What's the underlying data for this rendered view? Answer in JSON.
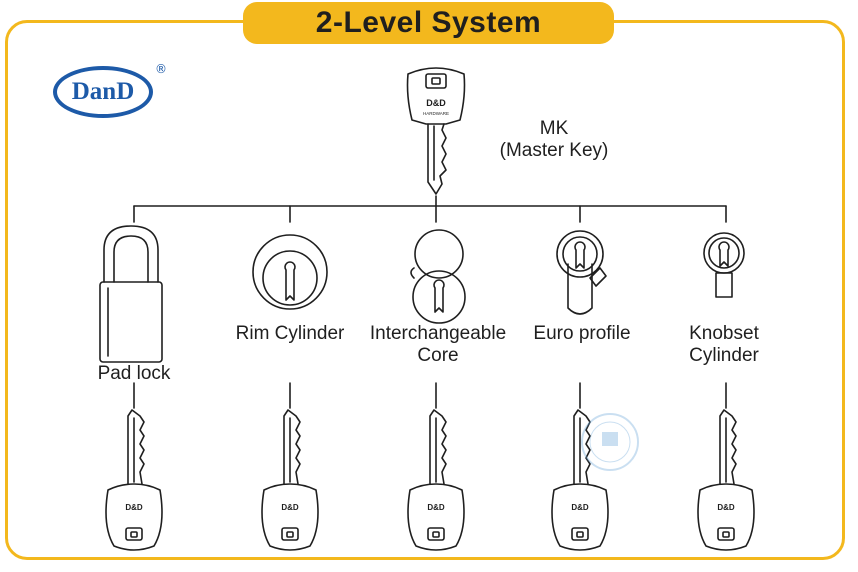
{
  "title": "2-Level System",
  "logo": {
    "text": "DanD",
    "registered": "®"
  },
  "master_key": {
    "label_line1": "MK",
    "label_line2": "(Master Key)",
    "key_brand": "D&D",
    "key_sub": "HARDWARE"
  },
  "locks": [
    {
      "line1": "Pad lock",
      "line2": ""
    },
    {
      "line1": "Rim Cylinder",
      "line2": ""
    },
    {
      "line1": "Interchangeable",
      "line2": "Core"
    },
    {
      "line1": "Euro profile",
      "line2": ""
    },
    {
      "line1": "Knobset",
      "line2": "Cylinder"
    }
  ],
  "key_head_text": "D&D",
  "colors": {
    "accent": "#f3b81d",
    "brand": "#1d5aa8",
    "line": "#1f1f1f"
  }
}
